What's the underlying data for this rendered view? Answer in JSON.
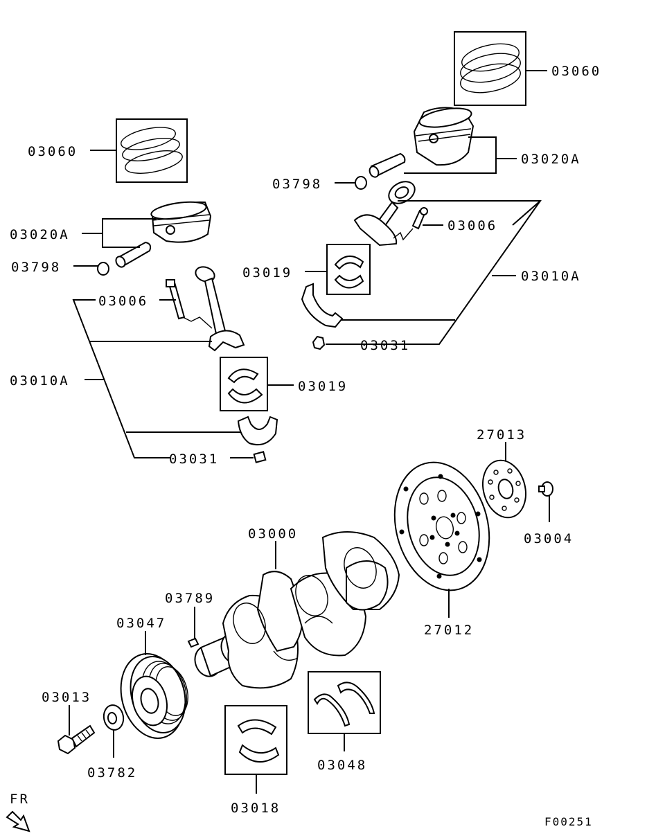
{
  "diagram": {
    "part_numbers": {
      "rings_right": "03060",
      "piston_right": "03020A",
      "clip_right": "03798",
      "bolt_right": "03006",
      "rod_assy_right": "03010A",
      "bearing_right": "03019",
      "nut_right": "03031",
      "rings_left": "03060",
      "piston_left": "03020A",
      "clip_left": "03798",
      "bolt_left": "03006",
      "rod_assy_left": "03010A",
      "bearing_left": "03019",
      "nut_left": "03031",
      "crankshaft": "03000",
      "plate": "27013",
      "flywheel_bolt": "03004",
      "flywheel": "27012",
      "key": "03789",
      "pulley": "03047",
      "pulley_bolt": "03013",
      "washer": "03782",
      "thrust_bearing": "03048",
      "main_bearing": "03018"
    },
    "direction_label": "FR",
    "figure_code": "F00251"
  }
}
